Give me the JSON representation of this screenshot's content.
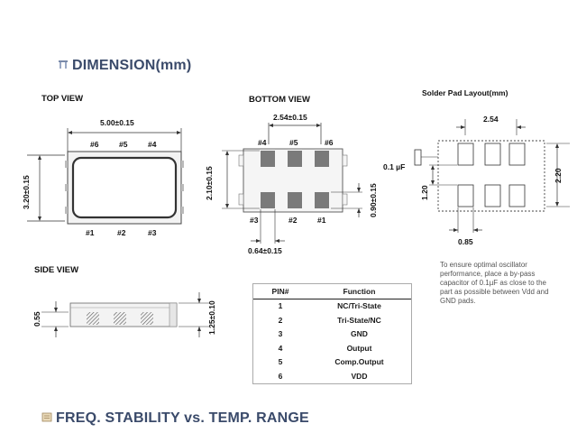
{
  "headers": {
    "dimension": "DIMENSION(mm)",
    "freq_stability": "FREQ. STABILITY vs. TEMP. RANGE"
  },
  "top_view": {
    "title": "TOP VIEW",
    "width_dim": "5.00±0.15",
    "height_dim": "3.20±0.15",
    "pins_top": [
      "#6",
      "#5",
      "#4"
    ],
    "pins_bottom": [
      "#1",
      "#2",
      "#3"
    ]
  },
  "bottom_view": {
    "title": "BOTTOM VIEW",
    "pitch_dim": "2.54±0.15",
    "pad_span_dim": "2.10±0.15",
    "pad_height_dim": "0.90±0.15",
    "pad_width_dim": "0.64±0.15",
    "pins_top": [
      "#4",
      "#5",
      "#6"
    ],
    "pins_bottom": [
      "#3",
      "#2",
      "#1"
    ]
  },
  "solder_pad": {
    "title": "Solder Pad Layout(mm)",
    "pitch_dim": "2.54",
    "height_dim": "2.20",
    "gap_dim": "1.20",
    "pad_width_dim": "0.85",
    "cap_label": "0.1 µF",
    "note": "To ensure optimal oscillator performance, place a by-pass capacitor of 0.1µF as close to the part as possible between Vdd and GND pads."
  },
  "side_view": {
    "title": "SIDE VIEW",
    "left_dim": "0.55",
    "right_dim": "1.25±0.10"
  },
  "pin_table": {
    "headers": [
      "PIN#",
      "Function"
    ],
    "rows": [
      [
        "1",
        "NC/Tri-State"
      ],
      [
        "2",
        "Tri-State/NC"
      ],
      [
        "3",
        "GND"
      ],
      [
        "4",
        "Output"
      ],
      [
        "5",
        "Comp.Output"
      ],
      [
        "6",
        "VDD"
      ]
    ]
  },
  "colors": {
    "header_text": "#3a4a6a",
    "package_fill": "#f3f3f3",
    "pad_fill": "#7a7a7a"
  }
}
